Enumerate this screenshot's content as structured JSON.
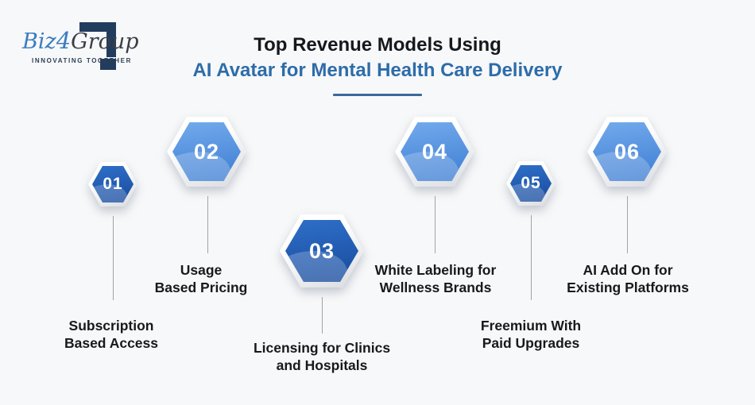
{
  "logo": {
    "brand_prefix": "Biz",
    "brand_digit": "4",
    "brand_suffix": "Group",
    "tagline": "INNOVATING TOGETHER"
  },
  "header": {
    "title_line1": "Top Revenue Models Using",
    "title_line2": "AI Avatar for Mental Health Care Delivery"
  },
  "items": [
    {
      "number": "01",
      "label": "Subscription\nBased Access",
      "size": "small",
      "variant": "dark"
    },
    {
      "number": "02",
      "label": "Usage\nBased Pricing",
      "size": "large",
      "variant": "light"
    },
    {
      "number": "03",
      "label": "Licensing for Clinics\nand Hospitals",
      "size": "large",
      "variant": "dark"
    },
    {
      "number": "04",
      "label": "White Labeling for\nWellness Brands",
      "size": "large",
      "variant": "light"
    },
    {
      "number": "05",
      "label": "Freemium With\nPaid Upgrades",
      "size": "small",
      "variant": "dark"
    },
    {
      "number": "06",
      "label": "AI Add On for\nExisting Platforms",
      "size": "large",
      "variant": "light"
    }
  ],
  "colors": {
    "canvas_bg": "#f7f8f9",
    "title1_color": "#15181d",
    "title2_color": "#2d6caa",
    "underline_color": "#3c689c",
    "logo_mark": "#223c5e",
    "logo_prefix": "#3b7cc0",
    "logo_suffix": "#3a3f46",
    "logo_tagline": "#2c3e55",
    "hex_light_top": "#73aaec",
    "hex_light_bottom": "#3c7cd2",
    "hex_dark_top": "#2f6fc8",
    "hex_dark_bottom": "#174a9c",
    "connector": "#a0a4a8",
    "label_color": "#17191c",
    "number_color": "#ffffff"
  }
}
